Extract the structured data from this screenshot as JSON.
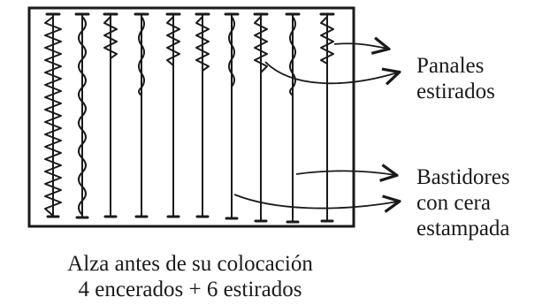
{
  "labels": {
    "panales_line1": "Panales",
    "panales_line2": "estirados",
    "bastidores_line1": "Bastidores",
    "bastidores_line2": "con cera",
    "bastidores_line3": "estampada"
  },
  "caption": {
    "line1": "Alza antes de su colocación",
    "line2": "4 encerados + 6 estirados"
  },
  "frames": [
    {
      "type": "estirado"
    },
    {
      "type": "encerado"
    },
    {
      "type": "estirado"
    },
    {
      "type": "encerado"
    },
    {
      "type": "estirado"
    },
    {
      "type": "estirado"
    },
    {
      "type": "encerado"
    },
    {
      "type": "estirado"
    },
    {
      "type": "encerado"
    },
    {
      "type": "estirado"
    }
  ],
  "colors": {
    "ink": "#1a1a1a",
    "background": "#ffffff"
  }
}
